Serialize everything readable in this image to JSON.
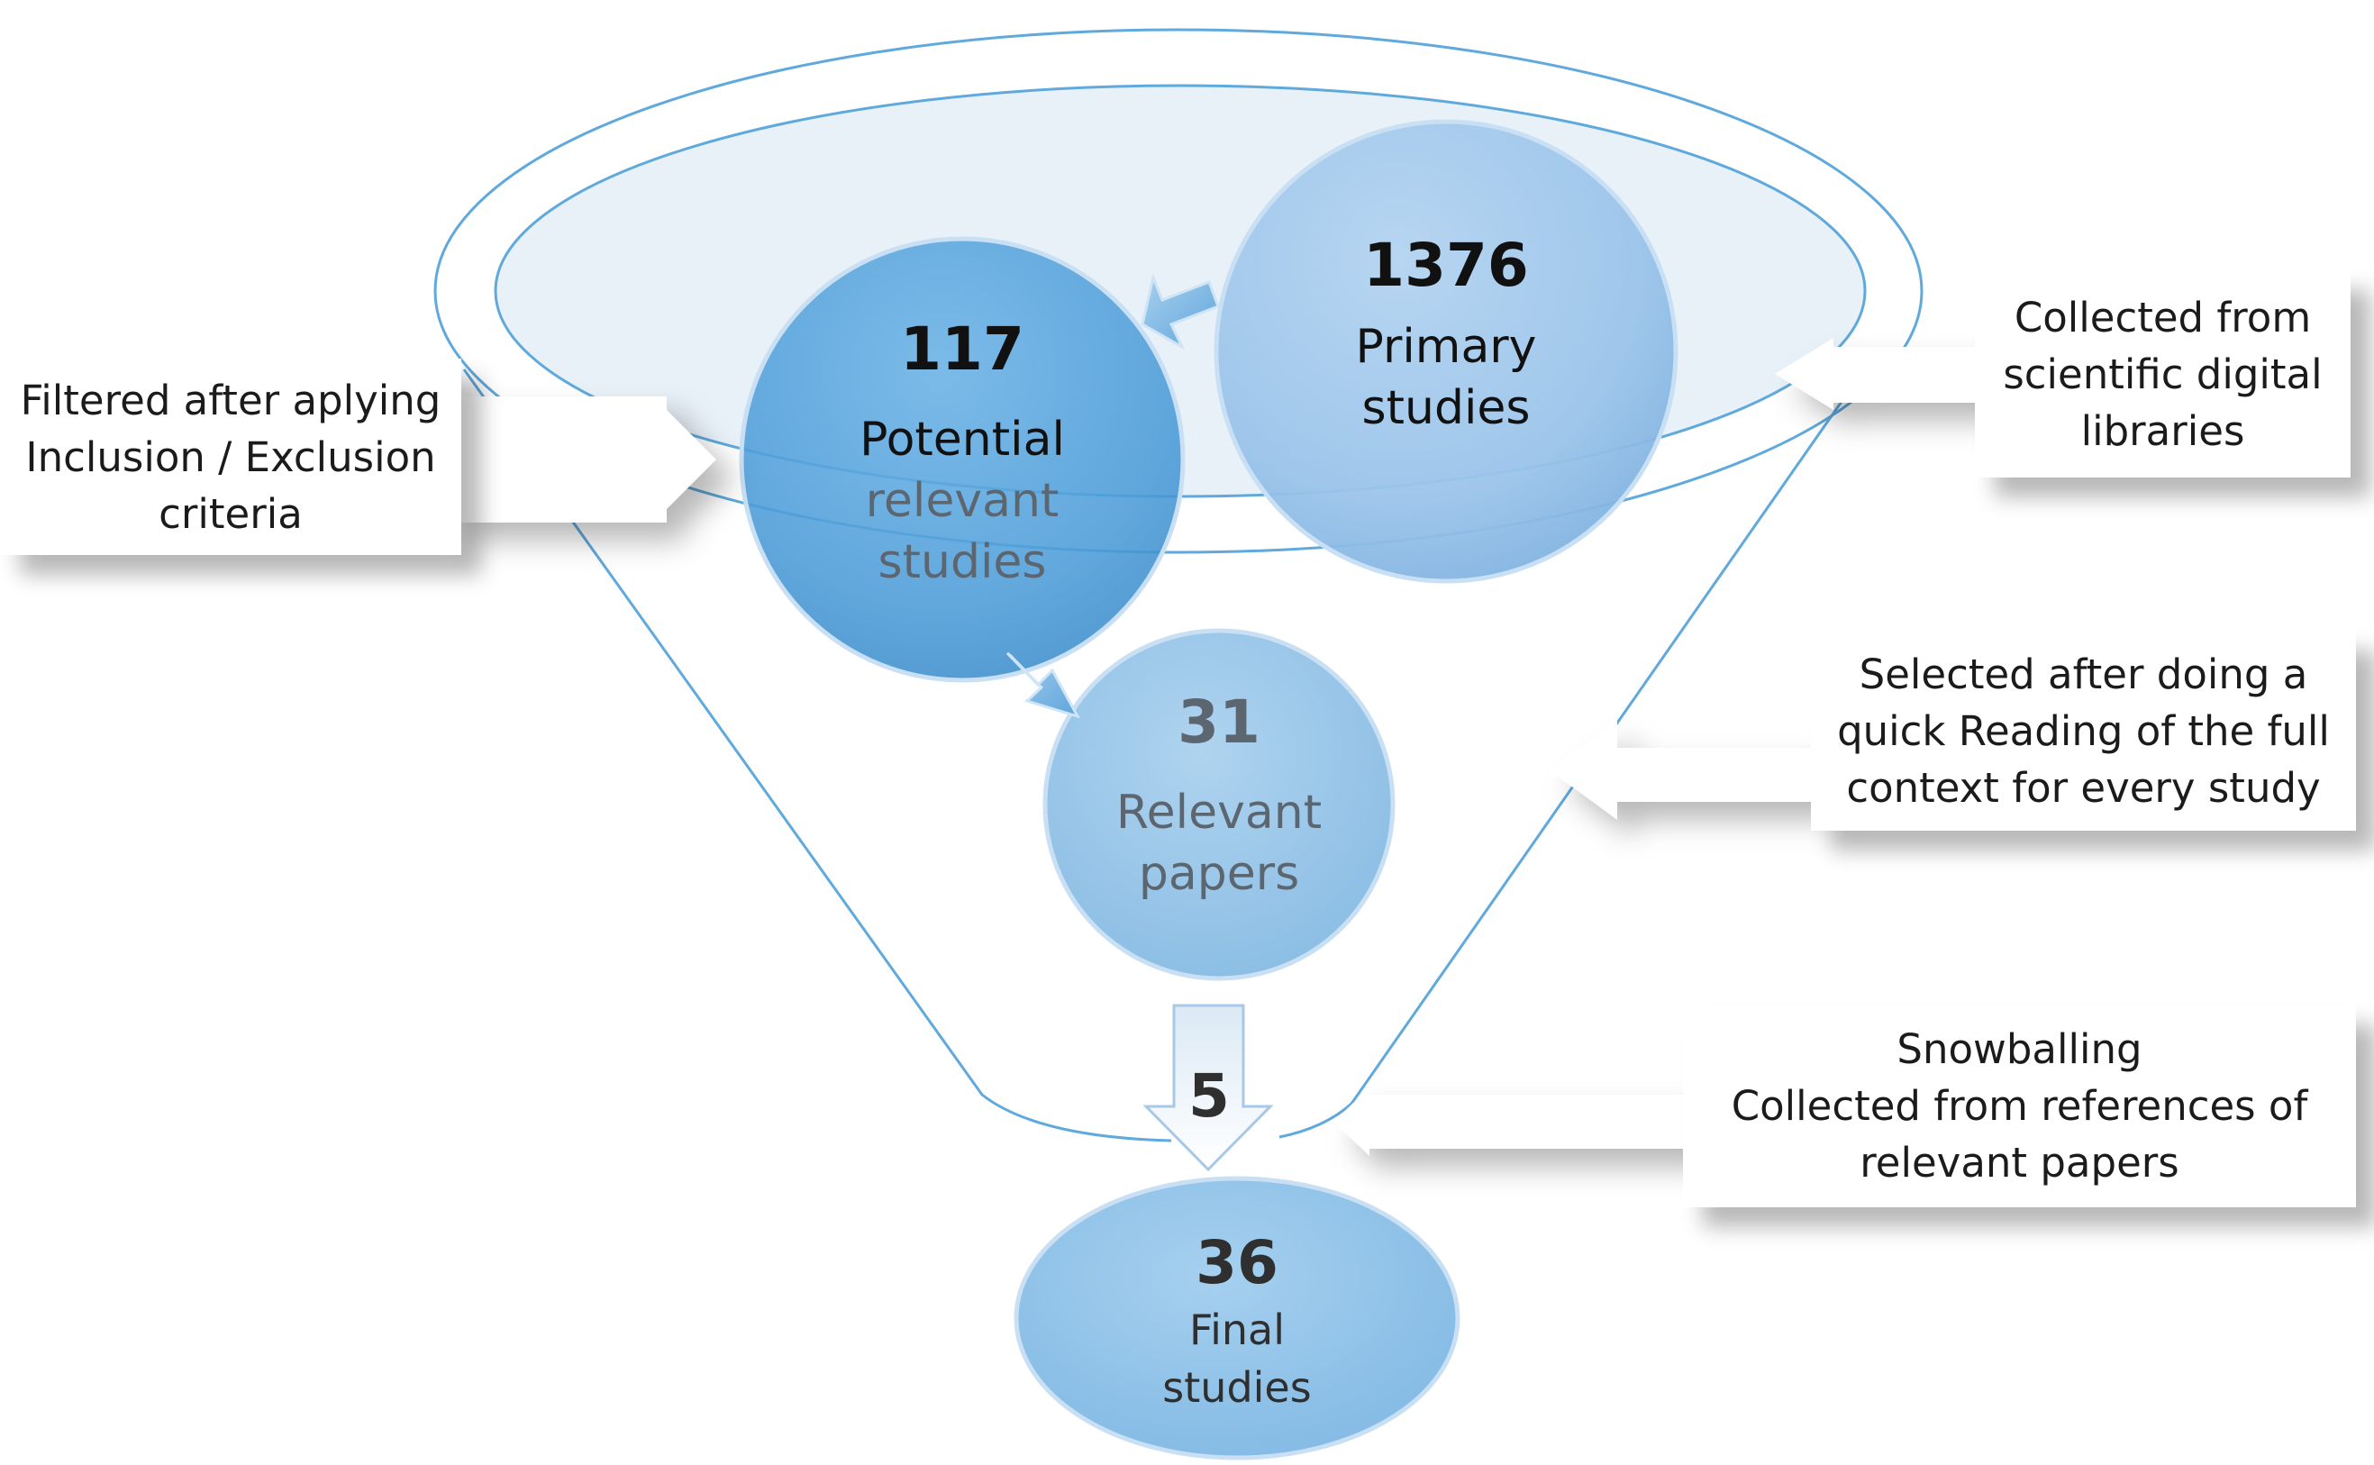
{
  "diagram": {
    "nodes": {
      "primary": {
        "value": "1376",
        "label": [
          "Primary",
          "studies"
        ]
      },
      "potential": {
        "value": "117",
        "label": [
          "Potential",
          "relevant",
          "studies"
        ]
      },
      "relevant": {
        "value": "31",
        "label": [
          "Relevant",
          "papers"
        ]
      },
      "snowball": {
        "value": "5"
      },
      "final": {
        "value": "36",
        "label": [
          "Final",
          "studies"
        ]
      }
    },
    "callouts": {
      "filter": [
        "Filtered after aplying",
        "Inclusion / Exclusion",
        "criteria"
      ],
      "collect": [
        "Collected from",
        "scientific digital",
        "libraries"
      ],
      "read": [
        "Selected after doing a",
        "quick Reading of the full",
        "context for every study"
      ],
      "snowball": [
        "Snowballing",
        "Collected from references of",
        "relevant papers"
      ]
    }
  },
  "colors": {
    "funnel_line": "#5fa9dc",
    "funnel_top_fill": "#dce9f5",
    "primary": "#a3c8eb",
    "potential": "#4f9ed9",
    "relevant": "#92c3e8",
    "final": "#92c5ea",
    "text_dark": "#111111",
    "text_grey": "#5b6670"
  }
}
